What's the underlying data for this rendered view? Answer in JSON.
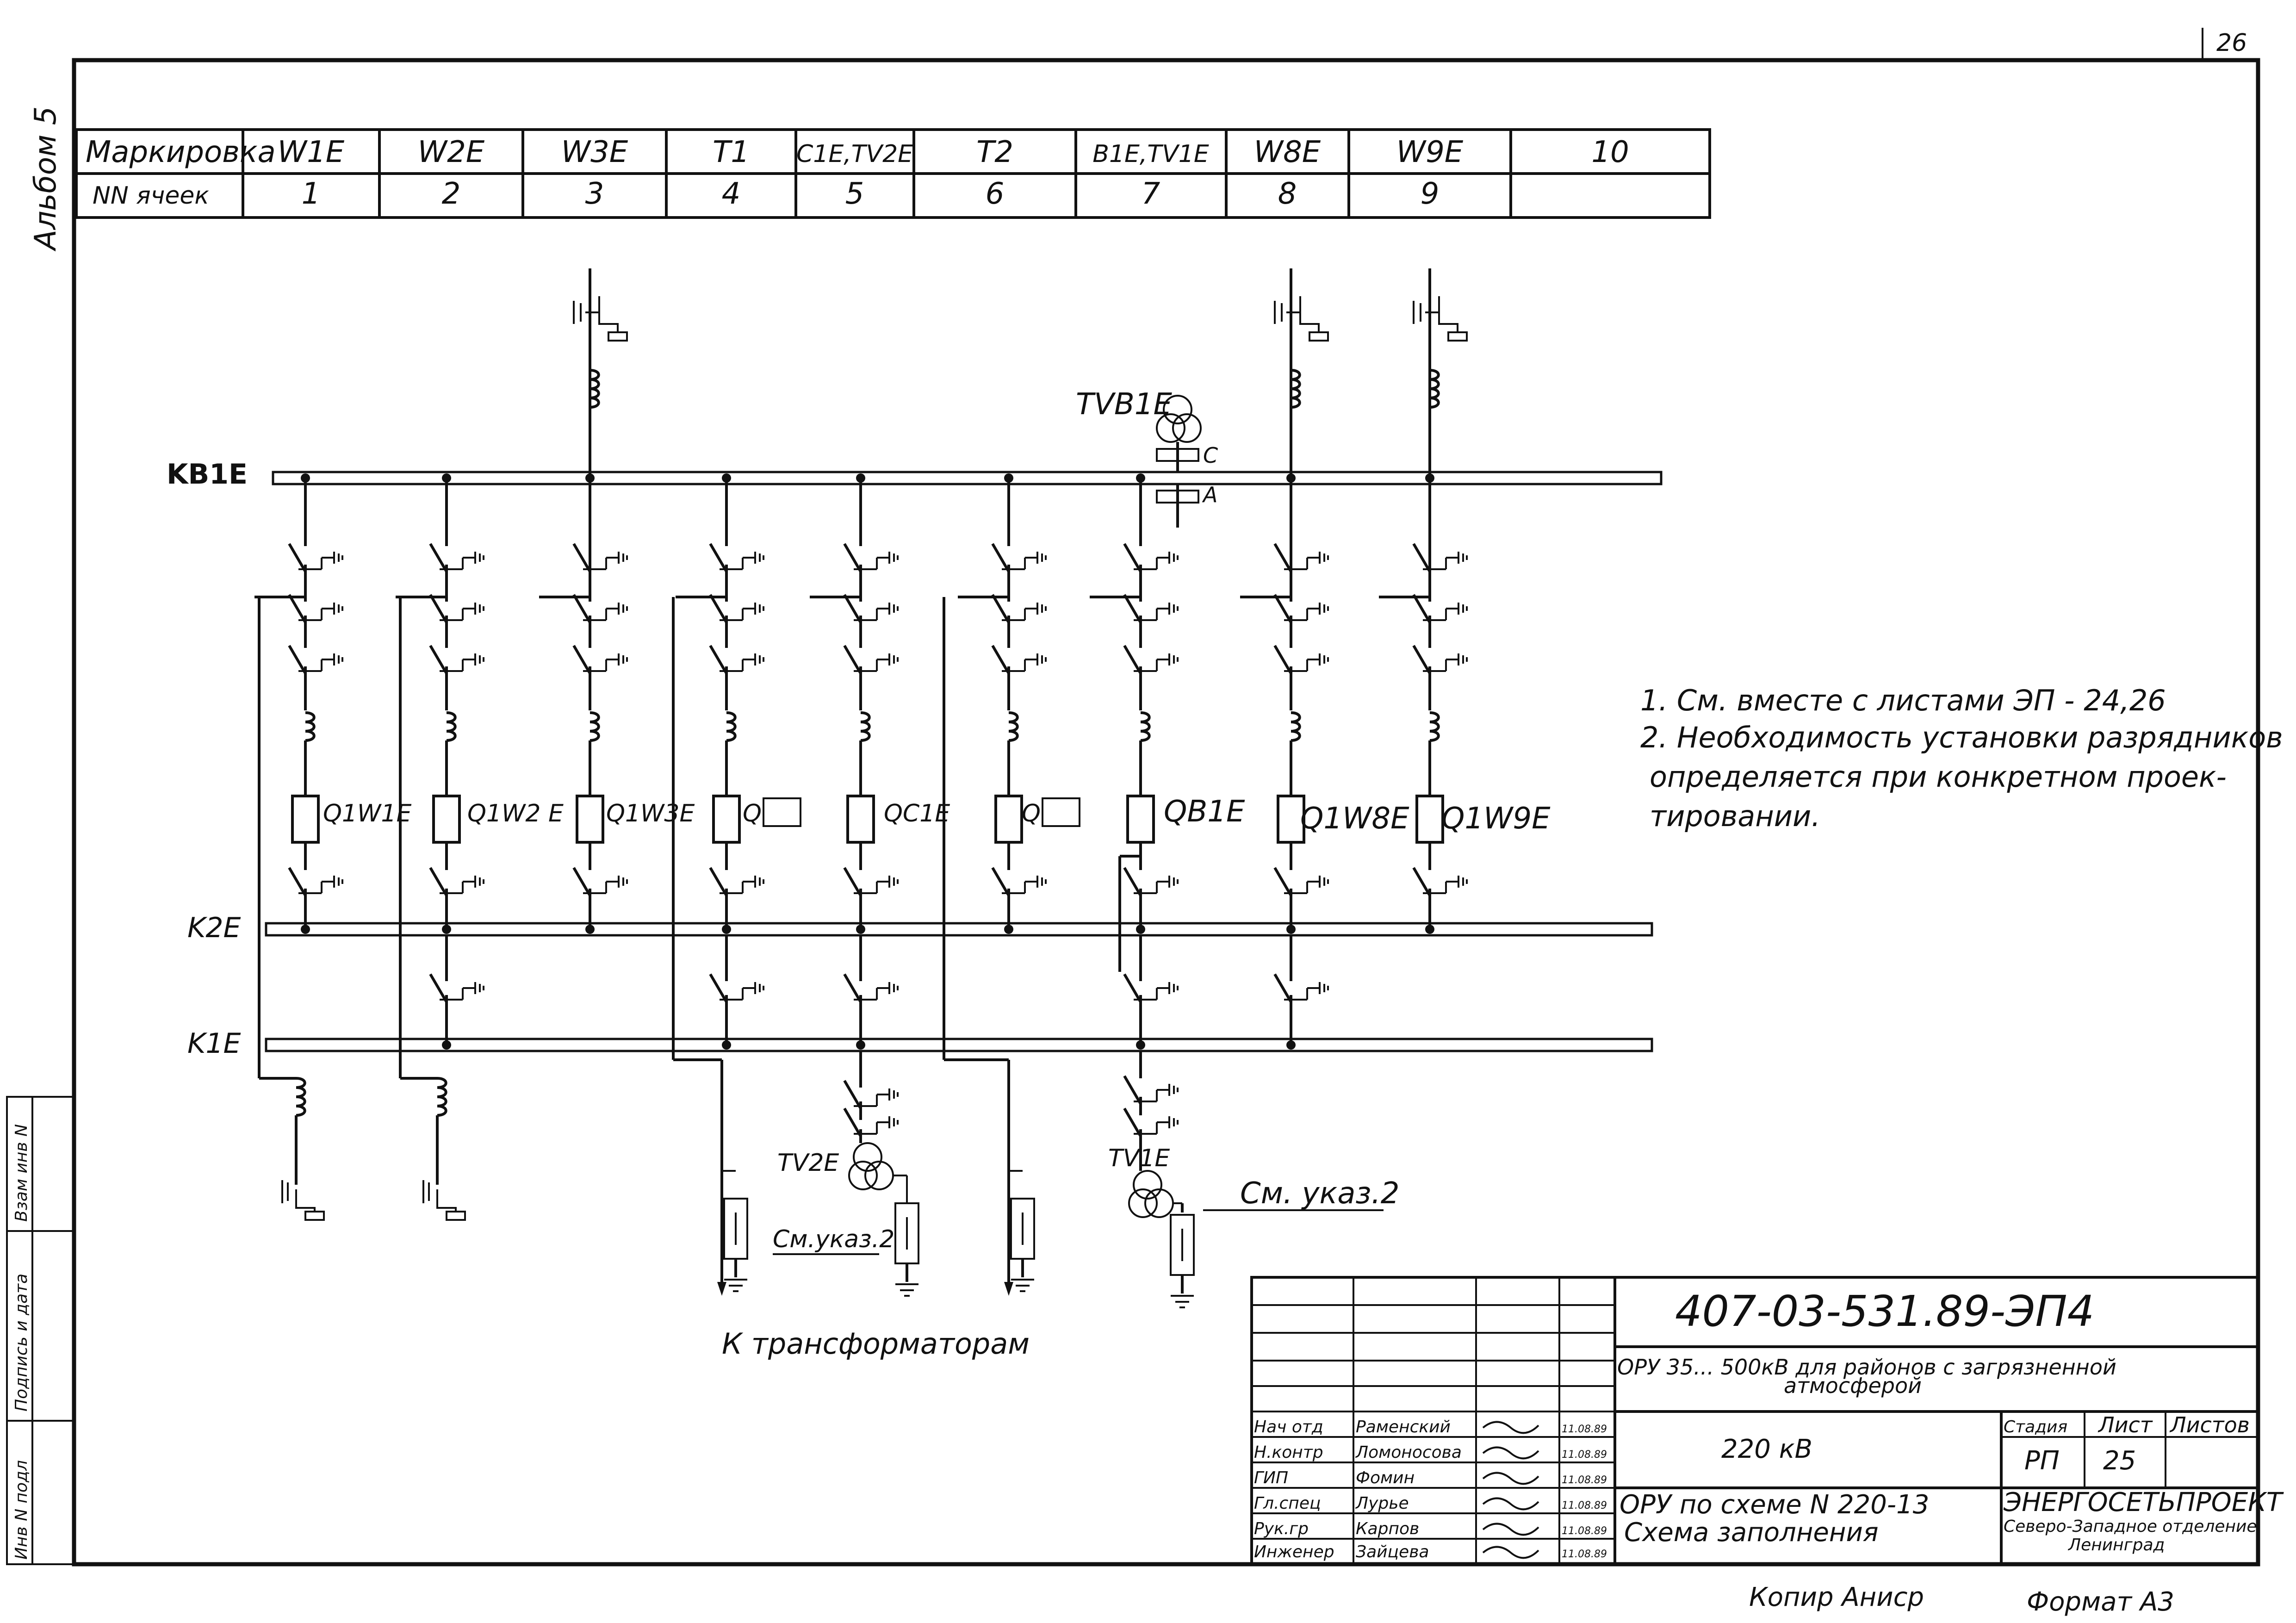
{
  "page_number": "26",
  "album_label": "Альбом 5",
  "header_table": {
    "row_labels": [
      "Маркировка",
      "NN ячеек"
    ],
    "marking": [
      "W1E",
      "W2E",
      "W3E",
      "T1",
      "C1E,TV2E",
      "T2",
      "B1E,TV1E",
      "W8E",
      "W9E",
      "10"
    ],
    "cell_numbers": [
      "1",
      "2",
      "3",
      "4",
      "5",
      "6",
      "7",
      "8",
      "9",
      ""
    ]
  },
  "buses": {
    "kb": "KB1E",
    "k2": "K2E",
    "k1": "K1E"
  },
  "breakers": {
    "b1": "Q1W1E",
    "b2": "Q1W2 E",
    "b3": "Q1W3E",
    "b4": "Q",
    "b5": "QC1E",
    "b6": "Q",
    "b7": "QB1E",
    "b8": "Q1W8E",
    "b9": "Q1W9E"
  },
  "labels": {
    "tvb": "TVB1E",
    "tv2": "TV2E",
    "tv1": "TV1E",
    "c_mark": "C",
    "a_mark": "A",
    "see_note_left": "См.указ.2",
    "see_note_right": "См. указ.2",
    "to_transformers": "К трансформаторам"
  },
  "notes": [
    "1. См. вместе с листами ЭП - 24,26",
    "2. Необходимость установки разрядников",
    "определяется при конкретном проек-",
    "тировании."
  ],
  "stamp": {
    "doc_number": "407-03-531.89-ЭП4",
    "object_title_1": "ОРУ 35... 500кВ для районов с загрязненной",
    "object_title_2": "атмосферой",
    "voltage": "220 кВ",
    "sheet_title_1": "ОРУ по схеме N 220-13",
    "sheet_title_2": "Схема   заполнения",
    "stage_label": "Стадия",
    "sheet_label": "Лист",
    "sheets_label": "Листов",
    "stage": "РП",
    "sheet": "25",
    "sheets": "",
    "org_1": "ЭНЕРГОСЕТЬПРОЕКТ",
    "org_2": "Северо-Западное отделение",
    "org_3": "Ленинград",
    "people": [
      {
        "role": "Нач отд",
        "name": "Раменский",
        "date": "11.08.89"
      },
      {
        "role": "Н.контр",
        "name": "Ломоносова",
        "date": "11.08.89"
      },
      {
        "role": "ГИП",
        "name": "Фомин",
        "date": "11.08.89"
      },
      {
        "role": "Гл.спец",
        "name": "Лурье",
        "date": "11.08.89"
      },
      {
        "role": "Рук.гр",
        "name": "Карпов",
        "date": "11.08.89"
      },
      {
        "role": "Инженер",
        "name": "Зайцева",
        "date": "11.08.89"
      }
    ]
  },
  "side_stamp": [
    "Взам инв N",
    "Подпись и дата",
    "Инв N подл"
  ],
  "footer": {
    "copied": "Копир  Аниср",
    "format": "Формат А3"
  }
}
